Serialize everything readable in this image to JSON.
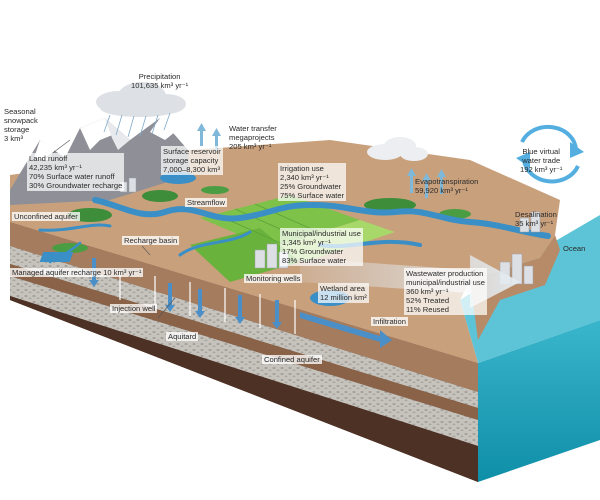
{
  "colors": {
    "ocean_top": "#5cc4d6",
    "ocean_side": "#1da7c1",
    "land": "#c9a07c",
    "land_dark": "#a97c5a",
    "river": "#3a8fc6",
    "field": "#7fc24a",
    "forest": "#3d8d3a",
    "mountain": "#8e8f97",
    "snow": "#ffffff",
    "soil": "#5a3a2c",
    "gravel": "#b8b6b1",
    "groundwater_arrow": "#4a8fc8",
    "text": "#2a2a2a"
  },
  "labels": {
    "precipitation": [
      "Precipitation",
      "101,635 km³ yr⁻¹"
    ],
    "snowpack": [
      "Seasonal",
      "snowpack",
      "storage",
      "3 km³"
    ],
    "water_transfer": [
      "Water transfer",
      "megaprojects",
      "205 km³ yr⁻¹"
    ],
    "virtual_trade": [
      "Blue virtual",
      "water trade",
      "192 km³ yr⁻¹"
    ],
    "land_runoff": [
      "Land runoff",
      "42,235 km³ yr⁻¹",
      "70% Surface water runoff",
      "30% Groundwater recharge"
    ],
    "reservoir": [
      "Surface reservoir",
      "storage capacity",
      "7,000–8,300 km³"
    ],
    "irrigation": [
      "Irrigation use",
      "2,340 km³ yr⁻¹",
      "25% Groundwater",
      "75% Surface water"
    ],
    "evapotranspiration": [
      "Evapotranspiration",
      "59,920 km³ yr⁻¹"
    ],
    "streamflow": [
      "Streamflow"
    ],
    "desalination": [
      "Desalination",
      "35 km³ yr⁻¹"
    ],
    "ocean": [
      "Ocean"
    ],
    "unconfined_aquifer": [
      "Unconfined aquifer"
    ],
    "recharge_basin": [
      "Recharge basin"
    ],
    "municipal": [
      "Municipal/industrial use",
      "1,345 km³ yr⁻¹",
      "17% Groundwater",
      "83% Surface water"
    ],
    "managed_recharge": [
      "Managed aquifer",
      "recharge 10 km³ yr⁻¹"
    ],
    "monitoring_wells": [
      "Monitoring wells"
    ],
    "wetland": [
      "Wetland area",
      "12 million km²"
    ],
    "wastewater": [
      "Wastewater production",
      "municipal/industrial use",
      "360 km³ yr⁻¹",
      "52% Treated",
      "11% Reused"
    ],
    "injection_well": [
      "Injection well"
    ],
    "infiltration": [
      "Infiltration"
    ],
    "aquitard": [
      "Aquitard"
    ],
    "confined_aquifer": [
      "Confined aquifer"
    ]
  }
}
